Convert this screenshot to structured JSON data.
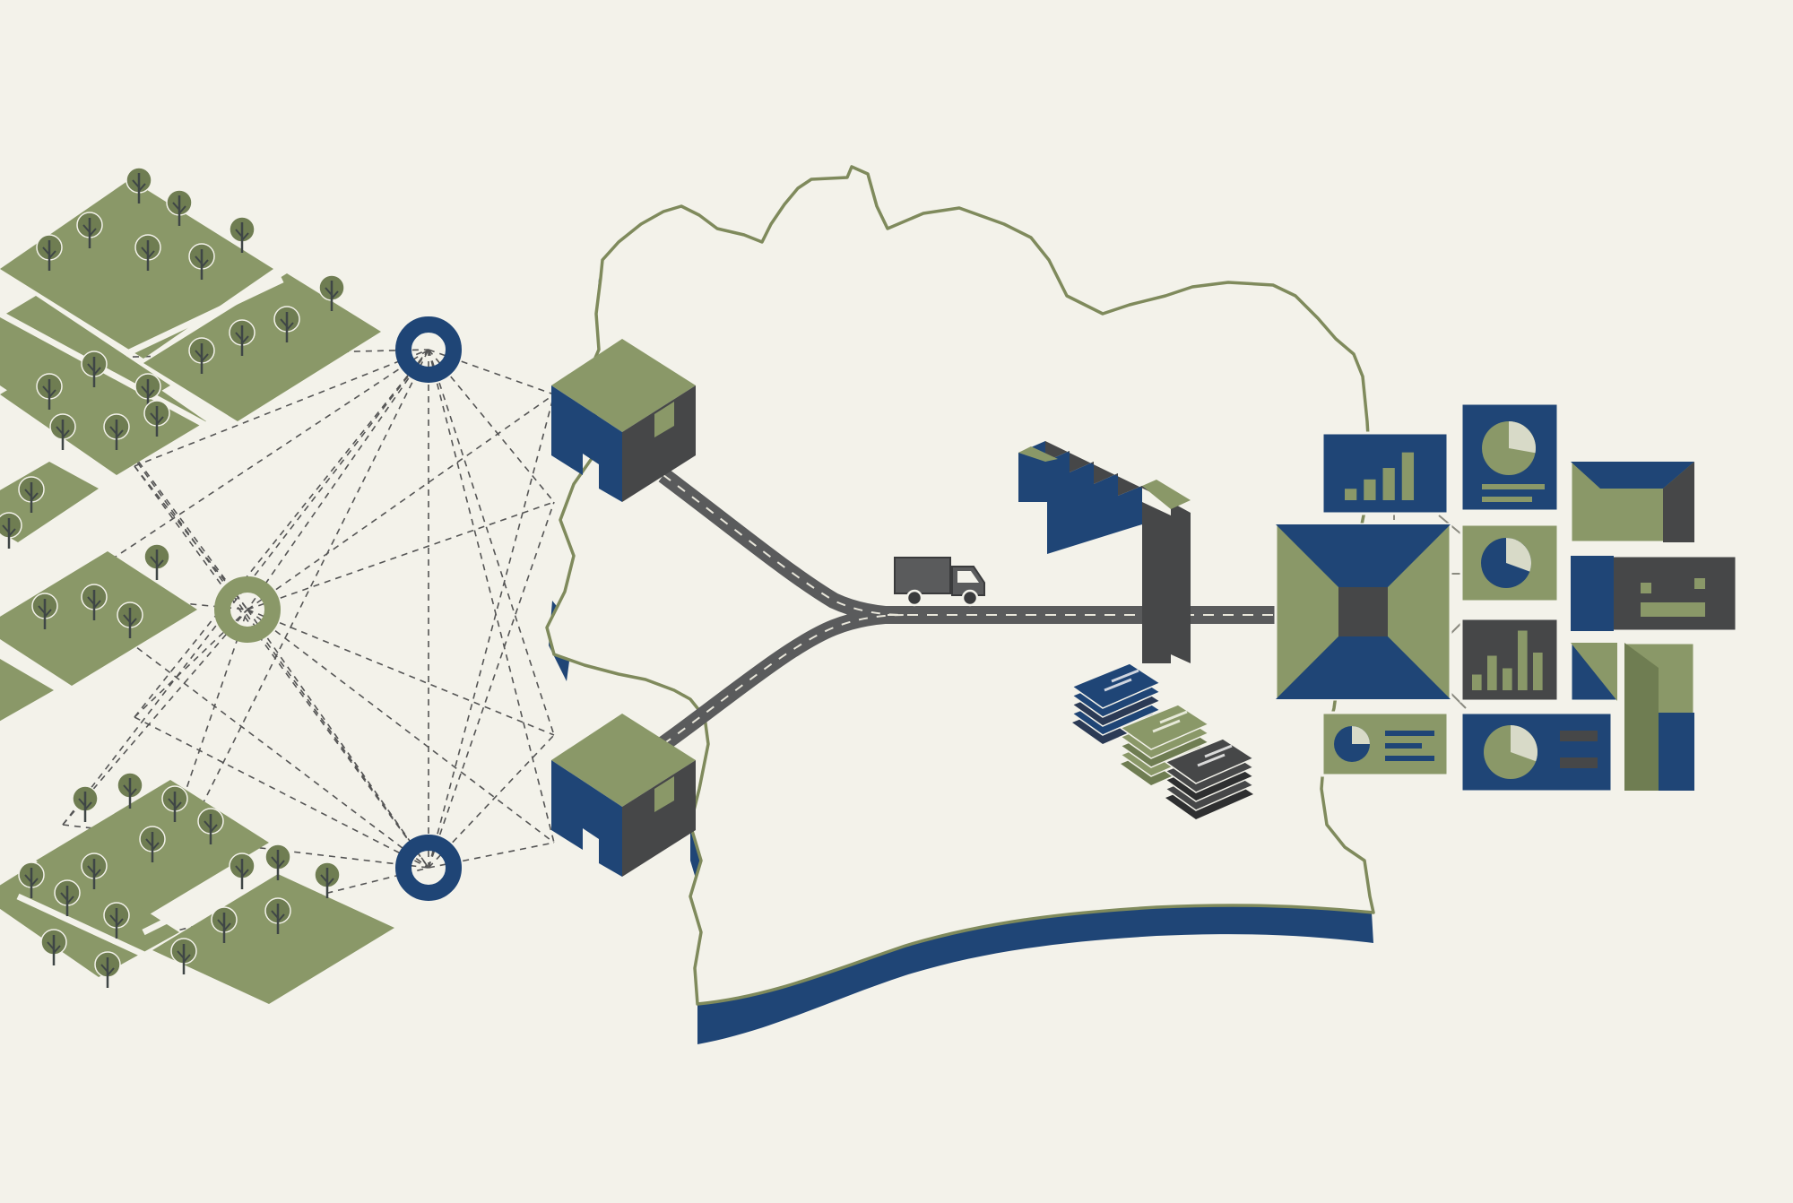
{
  "colors": {
    "background": "#f3f2ea",
    "olive": "#8a9868",
    "olive_dark": "#6f7d52",
    "navy": "#1f4576",
    "charcoal": "#464748",
    "road": "#5a5b5c",
    "outline": "#7f8a5c",
    "cream": "#f3f2ea",
    "tree_trunk": "#3f4646"
  },
  "icons": {
    "plantations": "tree-plot-icon",
    "collection_nodes": "ring-node-icon",
    "warehouses": "warehouse-icon",
    "vehicle": "truck-icon",
    "factory": "factory-icon",
    "records": "document-stack-icon",
    "dashboard": "dashboard-panel-icon"
  },
  "diagram": {
    "farm_plots": 10,
    "collection_nodes": [
      {
        "name": "node-top",
        "style": "navy"
      },
      {
        "name": "node-middle",
        "style": "olive"
      },
      {
        "name": "node-bottom",
        "style": "navy"
      }
    ],
    "warehouses": 2,
    "dashboard_panels": 12
  }
}
